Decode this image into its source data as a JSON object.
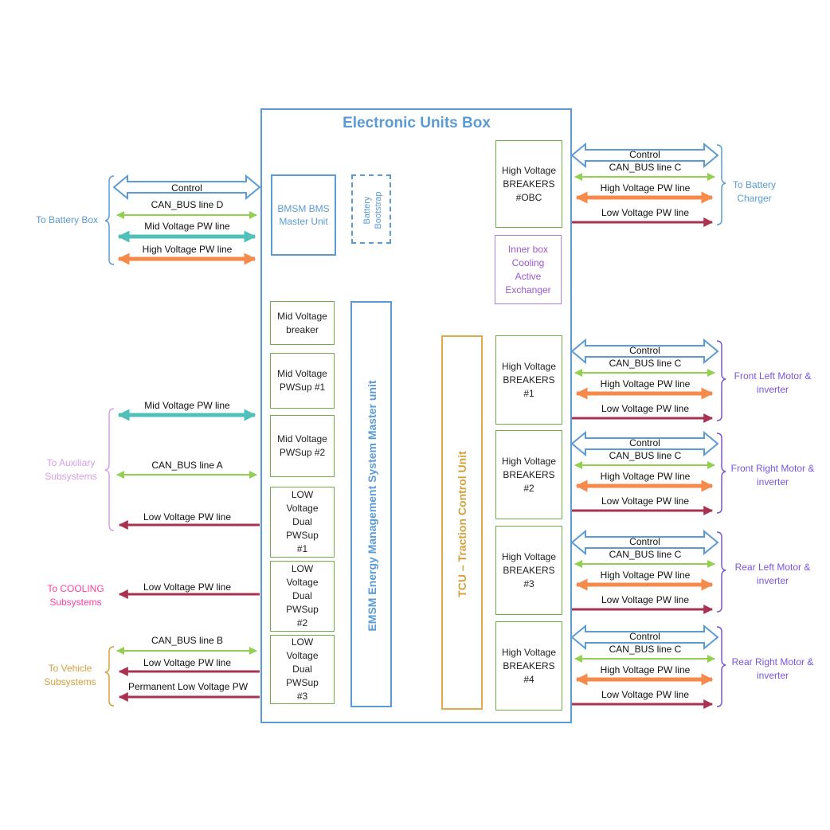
{
  "title": "Electronic Units Box",
  "boxes": {
    "bmsm": "BMSM BMS Master Unit",
    "battery_bootstrap": "Battery Bootstrap",
    "mid_breaker": "Mid Voltage breaker",
    "mid_pwsup1": "Mid Voltage PWSup #1",
    "mid_pwsup2": "Mid Voltage PWSup #2",
    "low_dual1": "LOW Voltage Dual PWSup #1",
    "low_dual2": "LOW Voltage Dual PWSup #2",
    "low_dual3": "LOW Voltage Dual PWSup #3",
    "emsm": "EMSM Energy Management System Master unit",
    "tcu": "TCU – Traction Control Unit",
    "hv_obc": "High Voltage BREAKERS #OBC",
    "hv1": "High Voltage BREAKERS #1",
    "hv2": "High Voltage BREAKERS #2",
    "hv3": "High Voltage BREAKERS #3",
    "hv4": "High Voltage BREAKERS #4",
    "cooling": "Inner box Cooling Active Exchanger"
  },
  "left_lines": {
    "control": "Control",
    "can_d": "CAN_BUS line D",
    "mid_pw_1": "Mid Voltage PW line",
    "high_pw": "High Voltage PW line",
    "mid_pw_2": "Mid Voltage PW line",
    "can_a": "CAN_BUS line A",
    "low_pw_1": "Low Voltage PW line",
    "low_pw_2": "Low Voltage PW line",
    "can_b": "CAN_BUS line B",
    "low_pw_3": "Low Voltage PW line",
    "perm_low": "Permanent  Low Voltage PW"
  },
  "right_lines": {
    "control": "Control",
    "can_c": "CAN_BUS line C",
    "high_pw": "High Voltage PW line",
    "low_pw": "Low Voltage PW line"
  },
  "destinations": {
    "battery_box": "To Battery Box",
    "auxiliary": "To Auxiliary Subsystems",
    "cooling": "To COOLING Subsystems",
    "vehicle": "To Vehicle Subsystems",
    "battery_charger": "To Battery Charger",
    "front_left": "Front Left Motor & inverter",
    "front_right": "Front Right Motor & inverter",
    "rear_left": "Rear Left Motor & inverter",
    "rear_right": "Rear Right Motor & inverter"
  },
  "colors": {
    "blue": "#5b9bd5",
    "green": "#92d050",
    "teal": "#4fc1b8",
    "orange": "#f58a4b",
    "crimson": "#a83250",
    "purple": "#7a55e0",
    "pink": "#d75fd0",
    "magenta": "#ff3fa0",
    "gold": "#d4a03c"
  }
}
